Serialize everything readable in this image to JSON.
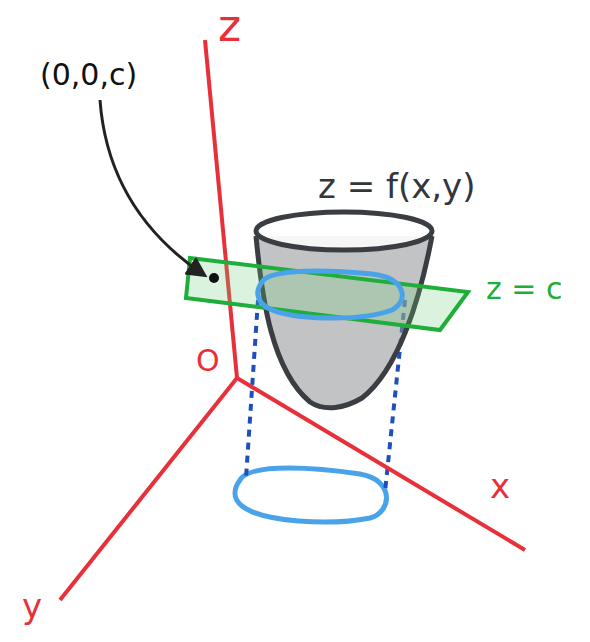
{
  "diagram": {
    "labels": [
      "z",
      "(0,0,c)",
      "z = f(x,y)",
      "z = c",
      "O",
      "x",
      "y"
    ]
  }
}
